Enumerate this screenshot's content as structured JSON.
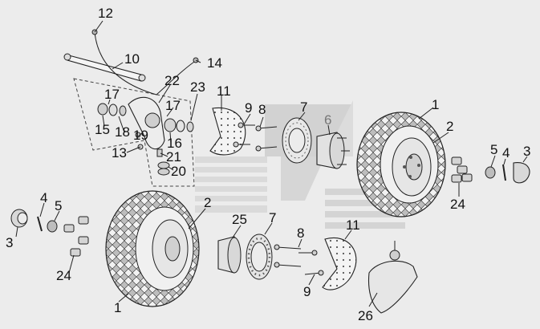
{
  "callouts": {
    "1": "1",
    "2": "2",
    "3": "3",
    "4": "4",
    "5": "5",
    "6": "6",
    "7": "7",
    "8": "8",
    "9": "9",
    "10": "10",
    "11": "11",
    "12": "12",
    "13": "13",
    "14": "14",
    "15": "15",
    "16": "16",
    "17": "17",
    "18": "18",
    "19": "19",
    "20": "20",
    "21": "21",
    "22": "22",
    "23": "23",
    "24": "24",
    "25": "25",
    "26": "26"
  },
  "colors": {
    "background": "#ececec",
    "line": "#222222",
    "watermark": "#d4d4d4"
  }
}
